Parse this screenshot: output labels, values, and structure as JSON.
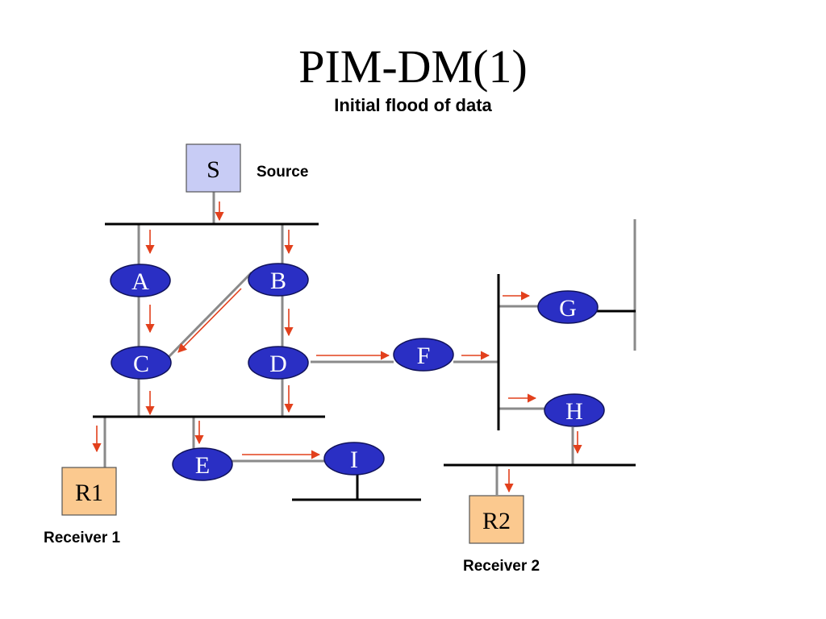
{
  "title": "PIM-DM(1)",
  "subtitle": "Initial flood of data",
  "labels": {
    "source": "Source",
    "receiver1": "Receiver 1",
    "receiver2": "Receiver 2"
  },
  "boxes": {
    "source": "S",
    "r1": "R1",
    "r2": "R2"
  },
  "routers": {
    "a": "A",
    "b": "B",
    "c": "C",
    "d": "D",
    "e": "E",
    "f": "F",
    "g": "G",
    "h": "H",
    "i": "I"
  },
  "colors": {
    "router_fill": "#2a2fc4",
    "source_fill": "#c8ccf5",
    "receiver_fill": "#fbc98f",
    "arrow": "#e2401c",
    "link": "#8a8a8a",
    "lan": "#000000"
  }
}
